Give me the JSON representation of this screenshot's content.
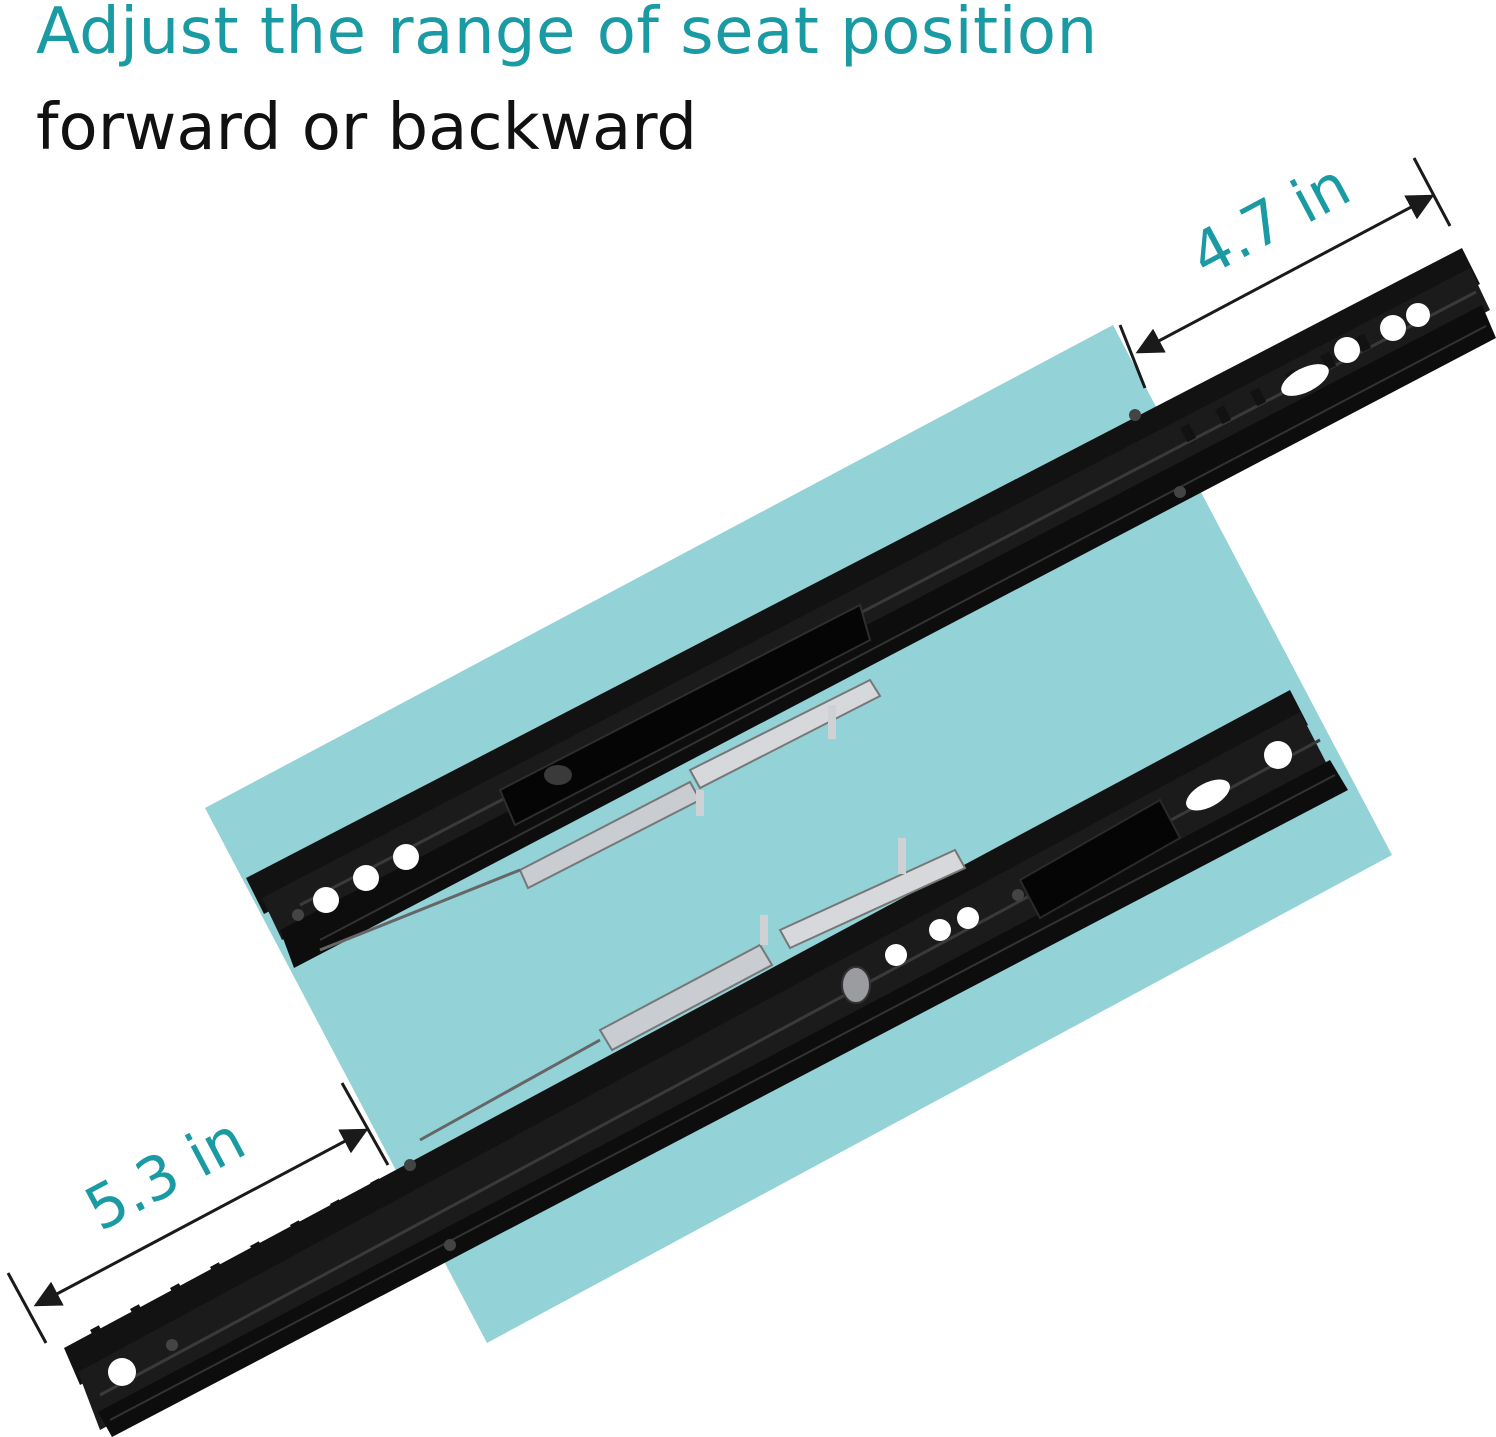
{
  "heading": {
    "title": "Adjust the range of seat position",
    "subtitle": "forward or backward"
  },
  "dimensions": {
    "upper_rail_extension": "4.7 in",
    "lower_rail_extension": "5.3 in"
  },
  "colors": {
    "accent": "#1a9aa3",
    "heading_text": "#111111",
    "backdrop": "#93d2d6",
    "rail": "#121212",
    "rail_highlight": "#3a3a3a",
    "hardware": "#c9ccd0",
    "dimension_line": "#1a1a1a"
  }
}
